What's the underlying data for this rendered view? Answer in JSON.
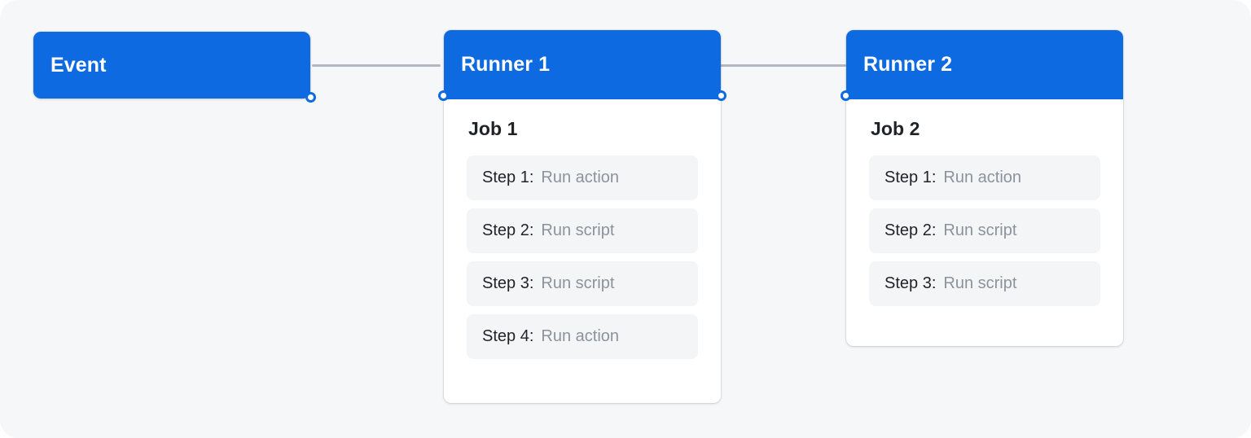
{
  "canvas": {
    "background": "#f6f7f9",
    "accent": "#0d6ae0",
    "edge_color": "#b1b8c2",
    "step_row_background": "#f3f5f7",
    "step_label_color": "#1f2328",
    "step_value_color": "#8c939c"
  },
  "nodes": {
    "event": {
      "title": "Event"
    },
    "runner1": {
      "title": "Runner 1",
      "job_title": "Job 1",
      "steps": [
        {
          "label": "Step 1:",
          "value": "Run action"
        },
        {
          "label": "Step 2:",
          "value": "Run script"
        },
        {
          "label": "Step 3:",
          "value": "Run script"
        },
        {
          "label": "Step 4:",
          "value": "Run action"
        }
      ]
    },
    "runner2": {
      "title": "Runner 2",
      "job_title": "Job 2",
      "steps": [
        {
          "label": "Step 1:",
          "value": "Run action"
        },
        {
          "label": "Step 2:",
          "value": "Run script"
        },
        {
          "label": "Step 3:",
          "value": "Run script"
        }
      ]
    }
  }
}
